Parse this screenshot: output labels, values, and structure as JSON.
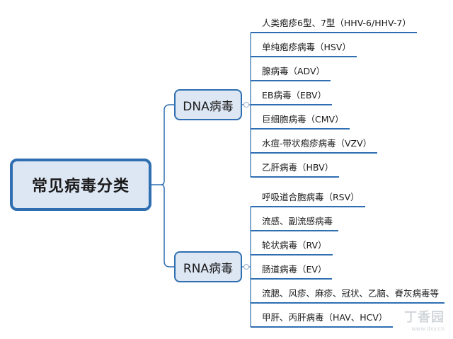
{
  "root": {
    "label": "常见病毒分类"
  },
  "branches": [
    {
      "label": "DNA病毒",
      "children": [
        "人类疱疹6型、7型（HHV-6/HHV-7）",
        "单纯疱疹病毒（HSV）",
        "腺病毒（ADV）",
        "EB病毒（EBV）",
        "巨细胞病毒（CMV）",
        "水痘-带状疱疹病毒（VZV）",
        "乙肝病毒（HBV）"
      ]
    },
    {
      "label": "RNA病毒",
      "children": [
        "呼吸道合胞病毒（RSV）",
        "流感、副流感病毒",
        "轮状病毒（RV）",
        "肠道病毒（EV）",
        "流腮、风疹、麻疹、冠状、乙脑、脊灰病毒等",
        "甲肝、丙肝病毒（HAV、HCV）"
      ]
    }
  ],
  "watermark": {
    "name": "丁香园",
    "url": "www.dxy.cn"
  },
  "colors": {
    "line": "#2f6fb1",
    "fill": "#dde6f3",
    "leaf_line": "#2f6fb1"
  }
}
